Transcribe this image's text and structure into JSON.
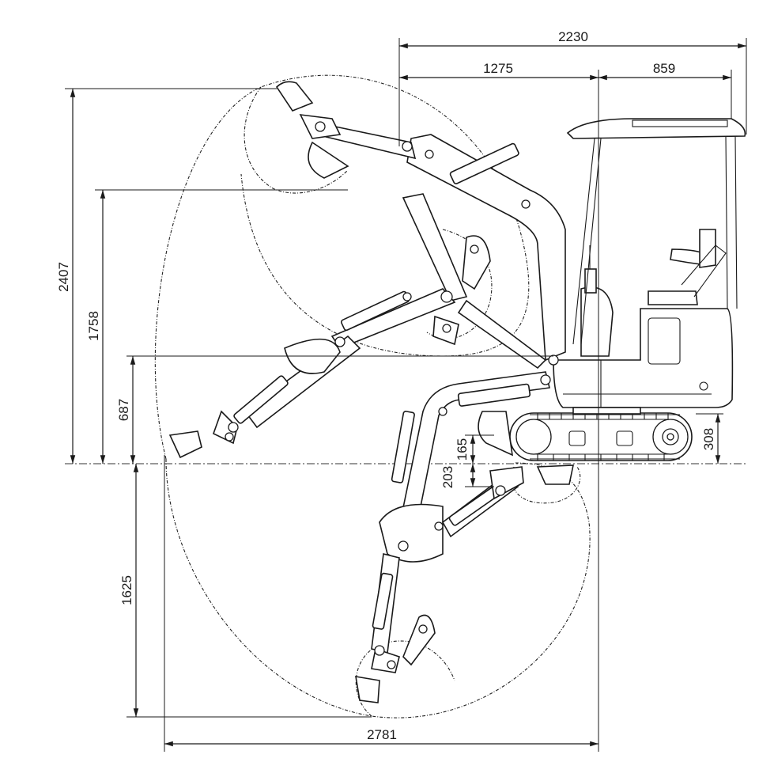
{
  "dimensions": {
    "overall_width": "2230",
    "front_to_center": "1275",
    "center_to_rear": "859",
    "max_dig_height": "2407",
    "max_dump_height": "1758",
    "height_687": "687",
    "max_dig_depth": "1625",
    "max_reach": "2781",
    "blade_lift": "165",
    "blade_depth": "203",
    "track_height": "308"
  }
}
